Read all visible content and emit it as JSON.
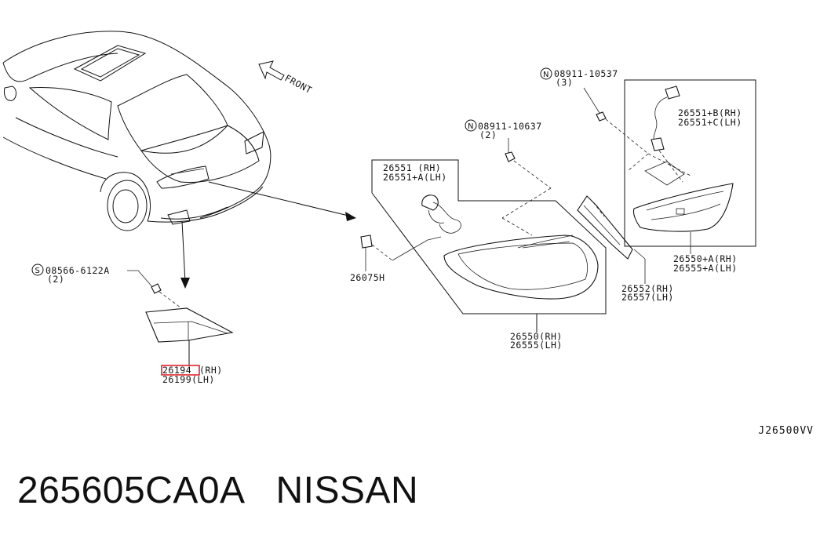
{
  "direction_label": "FRONT",
  "reference_code": "J26500VV",
  "caption": {
    "part_number": "265605CA0A",
    "brand": "NISSAN"
  },
  "labels": {
    "screw_left": "08566-6122A",
    "screw_left_qty": "(2)",
    "screw_left_symbol": "S",
    "nut_mid": "08911-10637",
    "nut_mid_qty": "(2)",
    "nut_mid_symbol": "N",
    "nut_right": "08911-10537",
    "nut_right_qty": "(3)",
    "nut_right_symbol": "N",
    "reflector_rh": "26194",
    "reflector_rh_suffix": "(RH)",
    "reflector_lh": "26199(LH)",
    "socket_rh": "26551    (RH)",
    "socket_lh": "26551+A(LH)",
    "clip": "26075H",
    "combo_lamp_rh": "26550(RH)",
    "combo_lamp_lh": "26555(LH)",
    "gasket_rh": "26552(RH)",
    "gasket_lh": "26557(LH)",
    "inner_socket_rh": "26551+B(RH)",
    "inner_socket_lh": "26551+C(LH)",
    "inner_lamp_rh": "26550+A(RH)",
    "inner_lamp_lh": "26555+A(LH)"
  },
  "highlight_color": "#e0242c"
}
